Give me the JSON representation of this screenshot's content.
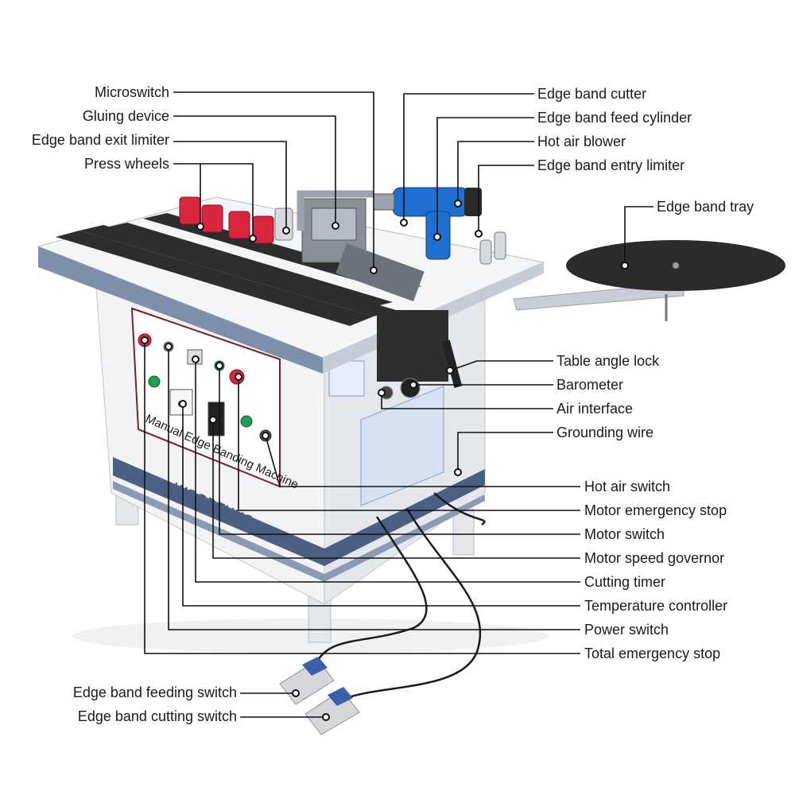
{
  "brand": {
    "logo_text": "WOODFUNG",
    "panel_caption": "Manual Edge Banding Machine"
  },
  "labels": {
    "microswitch": "Microswitch",
    "gluing_device": "Gluing device",
    "edge_band_exit_limiter": "Edge band exit limiter",
    "press_wheels": "Press wheels",
    "edge_band_cutter": "Edge band cutter",
    "edge_band_feed_cylinder": "Edge band feed cylinder",
    "hot_air_blower": "Hot air blower",
    "edge_band_entry_limiter": "Edge band entry limiter",
    "edge_band_tray": "Edge band tray",
    "table_angle_lock": "Table angle lock",
    "barometer": "Barometer",
    "air_interface": "Air interface",
    "grounding_wire": "Grounding wire",
    "hot_air_switch": "Hot air switch",
    "motor_emergency_stop": "Motor emergency stop",
    "motor_switch": "Motor switch",
    "motor_speed_governor": "Motor speed governor",
    "cutting_timer": "Cutting timer",
    "temperature_controller": "Temperature controller",
    "power_switch": "Power switch",
    "total_emergency_stop": "Total emergency stop",
    "edge_band_feeding_switch": "Edge band feeding switch",
    "edge_band_cutting_switch": "Edge band cutting switch"
  },
  "colors": {
    "machine_white": "#eef0f3",
    "machine_shadow": "#c9ced6",
    "panel_blue": "#3d5a86",
    "rail_black": "#2b2b2b",
    "press_wheel_red": "#d7263d",
    "blower_blue": "#1f6fd1",
    "leader_line": "#111111"
  }
}
